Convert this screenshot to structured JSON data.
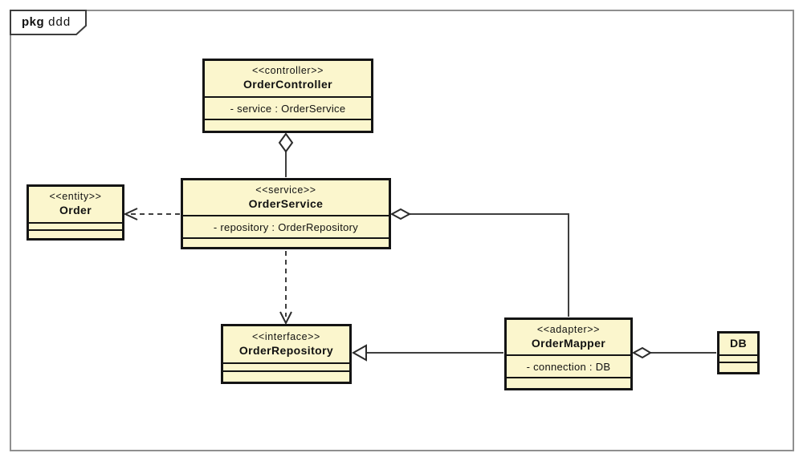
{
  "diagram": {
    "type": "uml-class-diagram",
    "frame": {
      "keyword": "pkg",
      "name": "ddd"
    }
  },
  "classes": [
    {
      "id": "order-controller",
      "stereotype": "<<controller>>",
      "name": "OrderController",
      "attributes": [
        "- service : OrderService"
      ]
    },
    {
      "id": "order-service",
      "stereotype": "<<service>>",
      "name": "OrderService",
      "attributes": [
        "- repository : OrderRepository"
      ]
    },
    {
      "id": "order",
      "stereotype": "<<entity>>",
      "name": "Order",
      "attributes": []
    },
    {
      "id": "order-repository",
      "stereotype": "<<interface>>",
      "name": "OrderRepository",
      "attributes": []
    },
    {
      "id": "order-mapper",
      "stereotype": "<<adapter>>",
      "name": "OrderMapper",
      "attributes": [
        "- connection : DB"
      ]
    },
    {
      "id": "db",
      "stereotype": "",
      "name": "DB",
      "attributes": []
    }
  ],
  "relationships": [
    {
      "from": "OrderController",
      "to": "OrderService",
      "type": "aggregation",
      "line": "solid",
      "diamond_end": "OrderController"
    },
    {
      "from": "OrderService",
      "to": "Order",
      "type": "dependency",
      "line": "dashed",
      "arrow_end": "Order"
    },
    {
      "from": "OrderService",
      "to": "OrderRepository",
      "type": "dependency",
      "line": "dashed",
      "arrow_end": "OrderRepository"
    },
    {
      "from": "OrderService",
      "to": "OrderMapper",
      "type": "aggregation",
      "line": "solid",
      "diamond_end": "OrderService"
    },
    {
      "from": "OrderMapper",
      "to": "OrderRepository",
      "type": "generalization",
      "line": "solid",
      "arrow_end": "OrderRepository"
    },
    {
      "from": "OrderMapper",
      "to": "DB",
      "type": "aggregation",
      "line": "solid",
      "diamond_end": "OrderMapper"
    }
  ],
  "colors": {
    "class_fill": "#FBF6CD",
    "class_border": "#141414",
    "connector_line": "#3f3f3f",
    "frame_border": "#8f8f8f",
    "background": "#ffffff"
  }
}
